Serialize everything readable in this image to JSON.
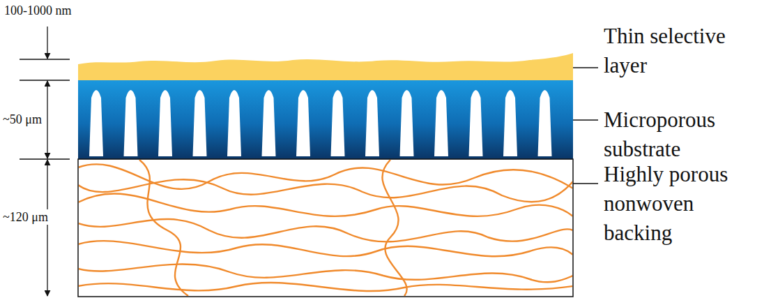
{
  "diagram": {
    "labels": [
      "100-1000 nm",
      "~50 μm",
      "~120 μm",
      "Thin selective layer",
      "Microporous substrate",
      "Highly porous nonwoven backing"
    ]
  }
}
